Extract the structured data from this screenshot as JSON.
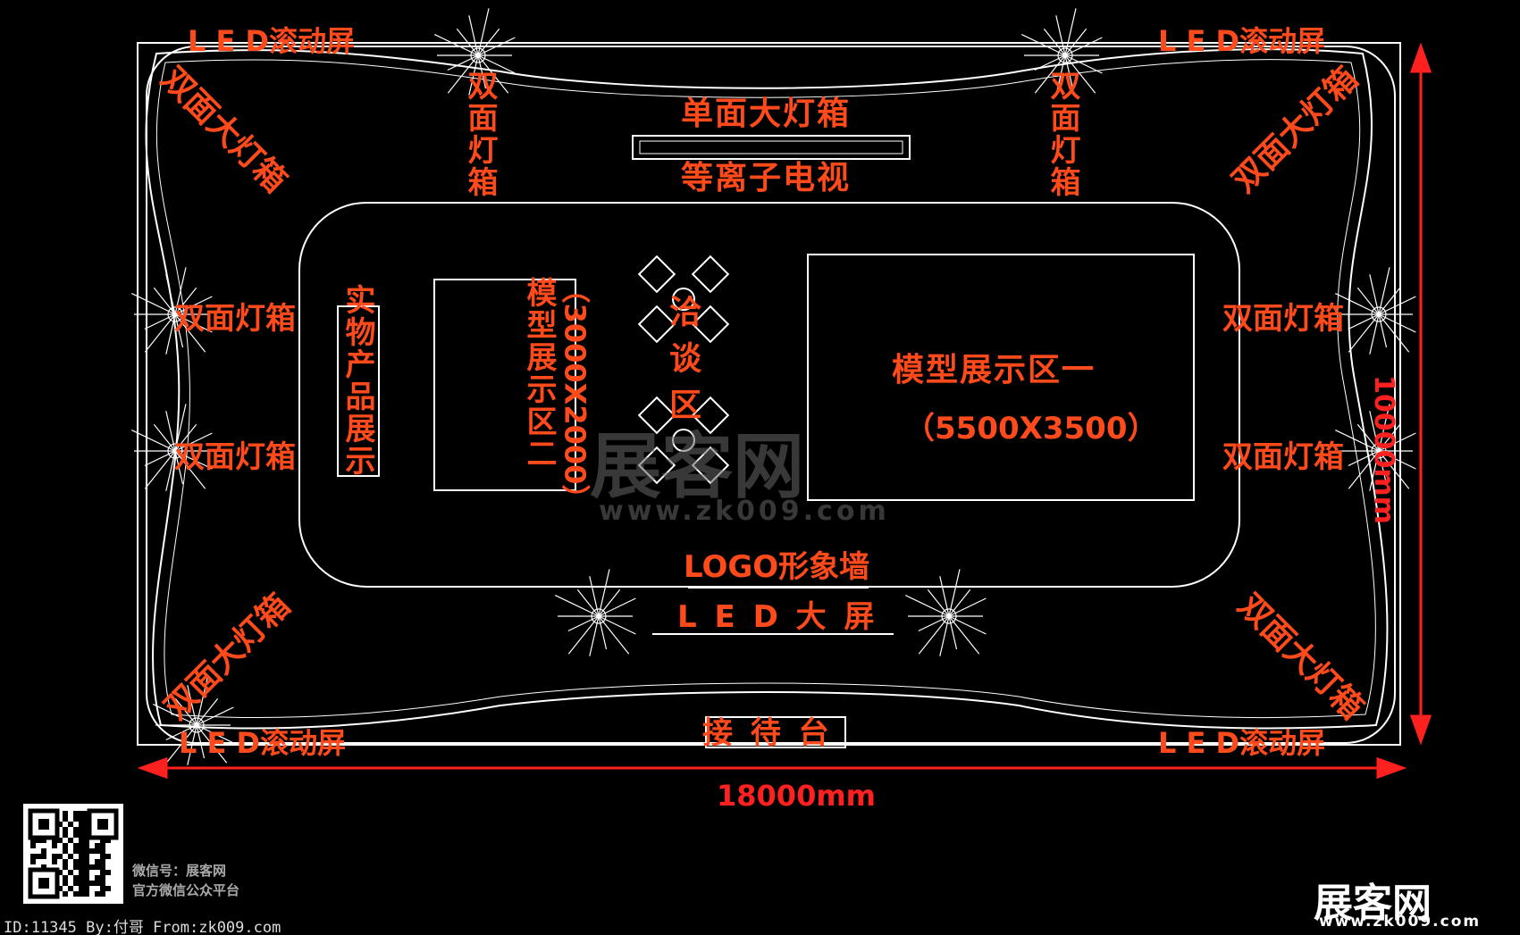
{
  "labels": {
    "led_scroll": "L E D滚动屏",
    "double_big_box": "双面大灯箱",
    "double_box": "双面灯箱",
    "box_vertical": "双面灯箱",
    "single_big_box": "单面大灯箱",
    "plasma_tv": "等离子电视",
    "product_display": "实物产品展示",
    "model_zone2": "模型展示区二",
    "model_zone2_size": "（3000X2000）",
    "negotiation": "洽谈区",
    "model_zone1": "模型展示区一",
    "model_zone1_size": "（5500X3500）",
    "logo_wall": "LOGO形象墙",
    "led_big": "L E D 大 屏",
    "reception": "接 待 台"
  },
  "dimensions": {
    "width": "18000mm",
    "height": "10000mm"
  },
  "watermark": {
    "brand": "展客网",
    "url": "www.zk009.com"
  },
  "footer": {
    "info": "ID:11345 By:付哥 From:zk009.com",
    "wechat_id": "微信号：展客网",
    "wechat_desc": "官方微信公众平台",
    "logo_text": "展客网",
    "logo_url": "www.zk009.com"
  },
  "colors": {
    "label": "#ff4a1c",
    "dimension": "#ff2020",
    "lines": "#ffffff",
    "background": "#000000"
  }
}
